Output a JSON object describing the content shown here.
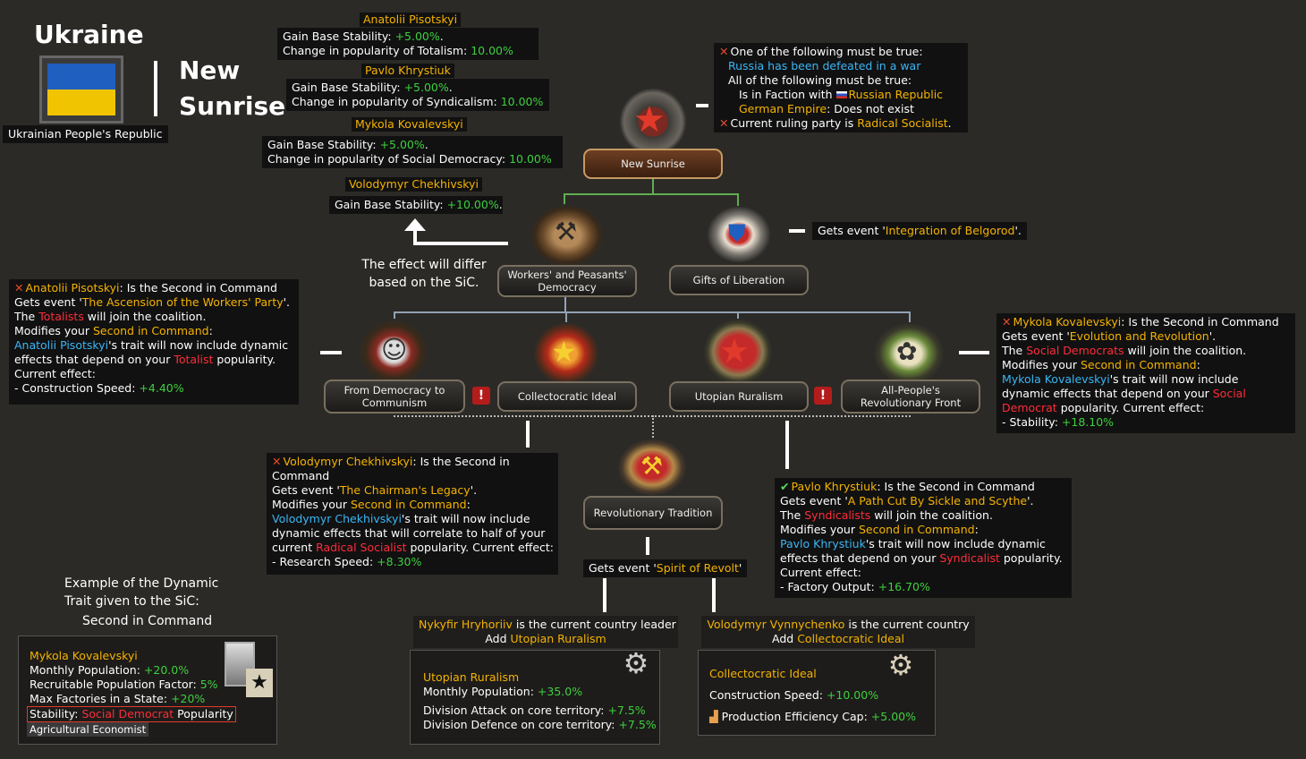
{
  "country": {
    "name": "Ukraine",
    "subtitle": "Ukrainian People's Republic",
    "tree_title_1": "New",
    "tree_title_2": "Sunrise"
  },
  "top_tips": [
    {
      "name": "Anatolii Pisotskyi",
      "l1_a": "Gain Base Stability: ",
      "l1_b": "+5.00%",
      "l1_c": ".",
      "l2_a": "Change in popularity of Totalism: ",
      "l2_b": "10.00%"
    },
    {
      "name": "Pavlo Khrystiuk",
      "l1_a": "Gain Base Stability: ",
      "l1_b": "+5.00%",
      "l1_c": ".",
      "l2_a": "Change in popularity of Syndicalism: ",
      "l2_b": "10.00%"
    },
    {
      "name": "Mykola Kovalevskyi",
      "l1_a": "Gain Base Stability: ",
      "l1_b": "+5.00%",
      "l1_c": ".",
      "l2_a": "Change in popularity of Social Democracy: ",
      "l2_b": "10.00%"
    },
    {
      "name": "Volodymyr Chekhivskyi",
      "l1_a": "Gain Base Stability: ",
      "l1_b": "+10.00%",
      "l1_c": "."
    }
  ],
  "req": {
    "l1": "One of the following must be true:",
    "l2": "Russia has been defeated in a war",
    "l3": "All of the following must be true:",
    "l4_a": "Is in Faction with ",
    "l4_b": "Russian Republic",
    "l5_a": "German Empire",
    "l5_b": ": Does not exist",
    "l6_a": "Current ruling party is ",
    "l6_b": "Radical Socialist",
    "l6_c": "."
  },
  "gifts_tip": {
    "a": "Gets event '",
    "b": "Integration of Belgorod",
    "c": "'."
  },
  "note_sic": {
    "l1": "The effect will differ",
    "l2": "based on the SiC."
  },
  "foci": {
    "new_sunrise": "New Sunrise",
    "workers": "Workers' and Peasants' Democracy",
    "gifts": "Gifts of Liberation",
    "from_dem": "From Democracy to Communism",
    "collect": "Collectocratic Ideal",
    "utopian": "Utopian Ruralism",
    "all_people": "All-People's Revolutionary Front",
    "rev_trad": "Revolutionary Tradition"
  },
  "tip_anatolii": {
    "l1_a": "Anatolii Pisotskyi",
    "l1_b": ": Is the Second in Command",
    "l2_a": "Gets event '",
    "l2_b": "The Ascension of the Workers' Party",
    "l2_c": "'.",
    "l3_a": "The ",
    "l3_b": "Totalists",
    "l3_c": " will join the coalition.",
    "l4_a": "Modifies your ",
    "l4_b": "Second in Command",
    "l4_c": ":",
    "l5_a": "Anatolii Pisotskyi",
    "l5_b": "'s trait will now include dynamic",
    "l6_a": "effects that depend on your ",
    "l6_b": "Totalist",
    "l6_c": " popularity.",
    "l7": "Current effect:",
    "l8_a": " - Construction Speed: ",
    "l8_b": "+4.40%"
  },
  "tip_mykola": {
    "l1_a": "Mykola Kovalevskyi",
    "l1_b": ": Is the Second in Command",
    "l2_a": "Gets event '",
    "l2_b": "Evolution and Revolution",
    "l2_c": "'.",
    "l3_a": "The ",
    "l3_b": "Social Democrats",
    "l3_c": " will join the coalition.",
    "l4_a": "Modifies your ",
    "l4_b": "Second in Command",
    "l4_c": ":",
    "l5_a": "Mykola Kovalevskyi",
    "l5_b": "'s trait will now include",
    "l6_a": "dynamic effects that depend on your ",
    "l6_b": "Social",
    "l7_a": "Democrat",
    "l7_b": " popularity. Current effect:",
    "l8_a": " - Stability: ",
    "l8_b": "+18.10%"
  },
  "tip_volodymyr": {
    "l1_a": "Volodymyr Chekhivskyi",
    "l1_b": ": Is the Second in",
    "l2": "Command",
    "l3_a": "Gets event '",
    "l3_b": "The Chairman's Legacy",
    "l3_c": "'.",
    "l4_a": "Modifies your ",
    "l4_b": "Second in Command",
    "l4_c": ":",
    "l5_a": "Volodymyr Chekhivskyi",
    "l5_b": "'s trait will now include",
    "l6": "dynamic effects that will correlate to half of your",
    "l7_a": "current ",
    "l7_b": "Radical Socialist",
    "l7_c": " popularity. Current effect:",
    "l8_a": " - Research Speed: ",
    "l8_b": "+8.30%"
  },
  "tip_pavlo": {
    "l1_a": "Pavlo Khrystiuk",
    "l1_b": ": Is the Second in Command",
    "l2_a": "Gets event '",
    "l2_b": "A Path Cut By Sickle and Scythe",
    "l2_c": "'.",
    "l3_a": "The ",
    "l3_b": "Syndicalists",
    "l3_c": " will join the coalition.",
    "l4_a": "Modifies your ",
    "l4_b": "Second in Command",
    "l4_c": ":",
    "l5_a": "Pavlo Khrystiuk",
    "l5_b": "'s trait will now include dynamic",
    "l6_a": "effects that depend on your ",
    "l6_b": "Syndicalist",
    "l6_c": " popularity.",
    "l7": "Current effect:",
    "l8_a": " - Factory Output: ",
    "l8_b": "+16.70%"
  },
  "spirit_tip": {
    "a": "Gets event '",
    "b": "Spirit of Revolt",
    "c": "'"
  },
  "leader_tip_1": {
    "l1_a": "Nykyfir Hryhoriiv",
    "l1_b": " is the current country leader",
    "l2_a": "Add ",
    "l2_b": "Utopian Ruralism"
  },
  "leader_tip_2": {
    "l1_a": "Volodymyr Vynnychenko",
    "l1_b": " is the current country",
    "l2_a": "Add ",
    "l2_b": "Collectocratic Ideal"
  },
  "example_note": {
    "l1": "Example of the Dynamic",
    "l2": "Trait given to the SiC:",
    "l3": "Second in Command"
  },
  "sic_panel": {
    "name": "Mykola Kovalevskyi",
    "l1_a": "Monthly Population: ",
    "l1_b": "+20.0%",
    "l2_a": "Recruitable Population Factor: ",
    "l2_b": "5%",
    "l3_a": "Max Factories in a State: ",
    "l3_b": "+20%",
    "l4_a": "Stability: ",
    "l4_b": "Social Democrat",
    "l4_c": " Popularity",
    "l5": "Agricultural Economist"
  },
  "utopian_panel": {
    "name": "Utopian Ruralism",
    "l1_a": "Monthly Population: ",
    "l1_b": "+35.0%",
    "l2_a": "Division Attack on core territory: ",
    "l2_b": "+7.5%",
    "l3_a": "Division Defence on core territory: ",
    "l3_b": "+7.5%"
  },
  "collect_panel": {
    "name": "Collectocratic Ideal",
    "l1_a": "Construction Speed: ",
    "l1_b": "+10.00%",
    "l2_a": "Production Efficiency Cap: ",
    "l2_b": "+5.00%"
  }
}
